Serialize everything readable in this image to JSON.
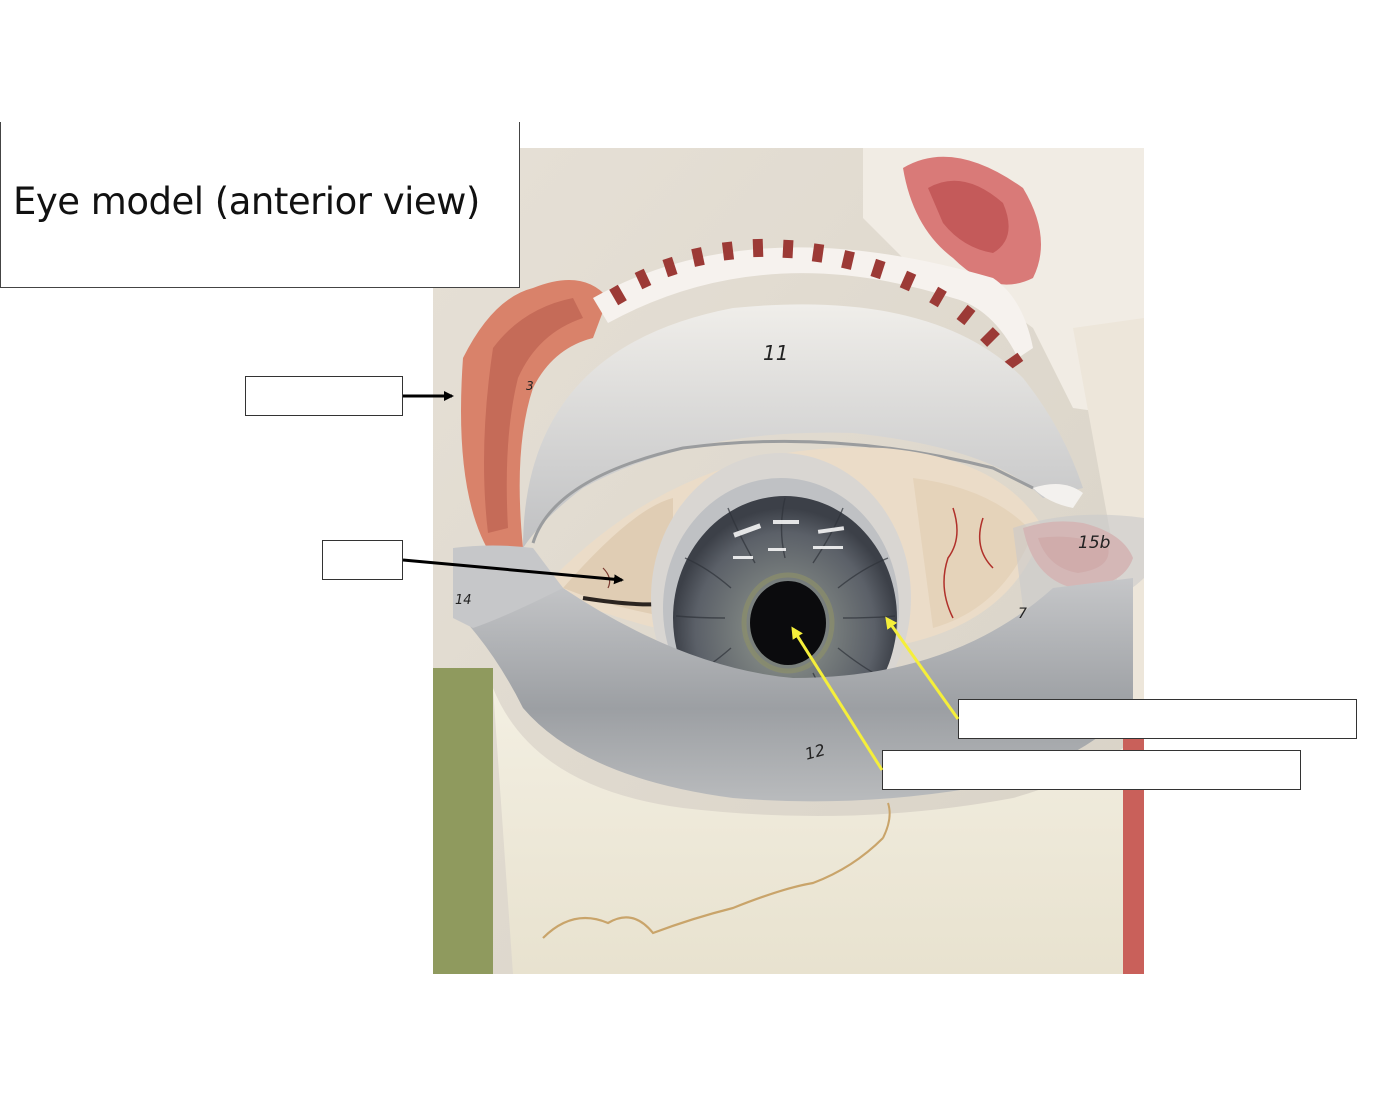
{
  "slide": {
    "title": "Eye model (anterior view)"
  },
  "photo": {
    "subject": "Anatomical eye model, anterior view",
    "model_numbers": {
      "upper_lid": "11",
      "lower_lid": "12",
      "lateral": "14",
      "medial": "15b",
      "caruncle": "7",
      "gland": "3"
    }
  },
  "labels": [
    {
      "id": "label-1",
      "text": "",
      "arrow_color": "#000000",
      "points_to": "lacrimal gland region (upper left)"
    },
    {
      "id": "label-2",
      "text": "",
      "arrow_color": "#000000",
      "points_to": "sclera (lateral)"
    },
    {
      "id": "label-3",
      "text": "",
      "arrow_color": "#f5ef3a",
      "points_to": "iris"
    },
    {
      "id": "label-4",
      "text": "",
      "arrow_color": "#f5ef3a",
      "points_to": "pupil"
    }
  ],
  "colors": {
    "arrow_black": "#000000",
    "arrow_yellow": "#f5ef3a",
    "box_border": "#333333"
  }
}
